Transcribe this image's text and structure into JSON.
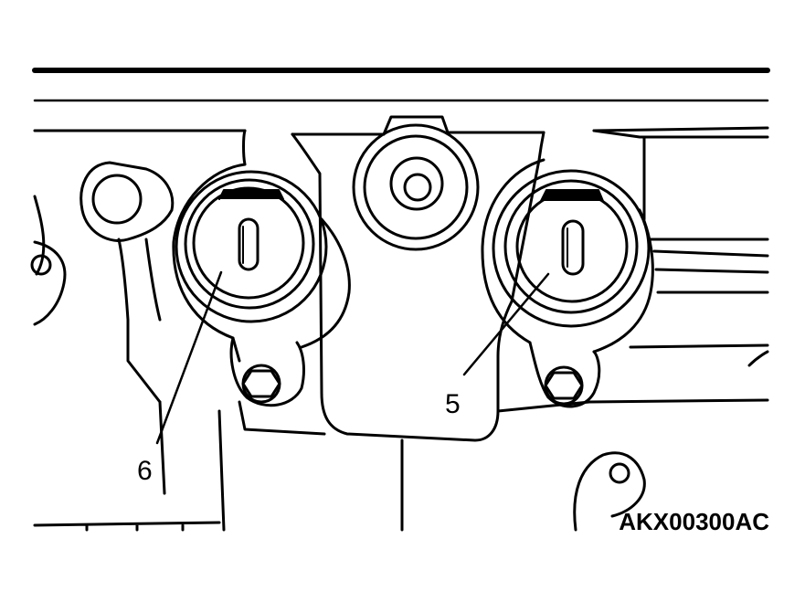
{
  "figure": {
    "code": "AKX00300AC",
    "callouts": [
      {
        "label": "6"
      },
      {
        "label": "5"
      }
    ],
    "colors": {
      "ink": "#000000",
      "paper": "#ffffff"
    }
  }
}
